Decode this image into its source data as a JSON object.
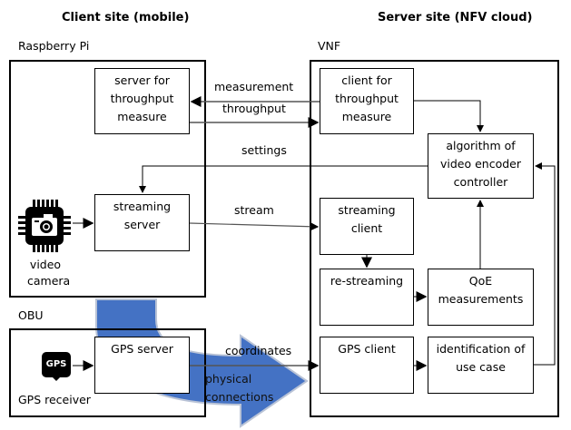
{
  "headers": {
    "client_site": "Client site (mobile)",
    "server_site": "Server site (NFV cloud)"
  },
  "containers": {
    "raspberry_pi": "Raspberry Pi",
    "vnf": "VNF",
    "obu": "OBU"
  },
  "boxes": {
    "server_throughput": [
      "server for",
      "throughput",
      "measure"
    ],
    "streaming_server": [
      "streaming",
      "server"
    ],
    "gps_server": [
      "GPS server"
    ],
    "client_throughput": [
      "client for",
      "throughput",
      "measure"
    ],
    "algorithm": [
      "algorithm of",
      "video encoder",
      "controller"
    ],
    "streaming_client": [
      "streaming",
      "client"
    ],
    "re_streaming": [
      "re-streaming"
    ],
    "qoe": [
      "QoE",
      "measurements"
    ],
    "gps_client": [
      "GPS client"
    ],
    "identification": [
      "identification of",
      "use case"
    ]
  },
  "devices": {
    "camera": [
      "video",
      "camera"
    ],
    "camera_icon": "camera-chip-icon",
    "gps_receiver": "GPS receiver",
    "gps_icon_text": "GPS"
  },
  "edges": {
    "measurement": "measurement",
    "throughput": "throughput",
    "settings": "settings",
    "stream": "stream",
    "coordinates": "coordinates"
  },
  "annotation": {
    "physical_connections": [
      "physical",
      "connections"
    ],
    "arrow_color": "#4472C4"
  }
}
